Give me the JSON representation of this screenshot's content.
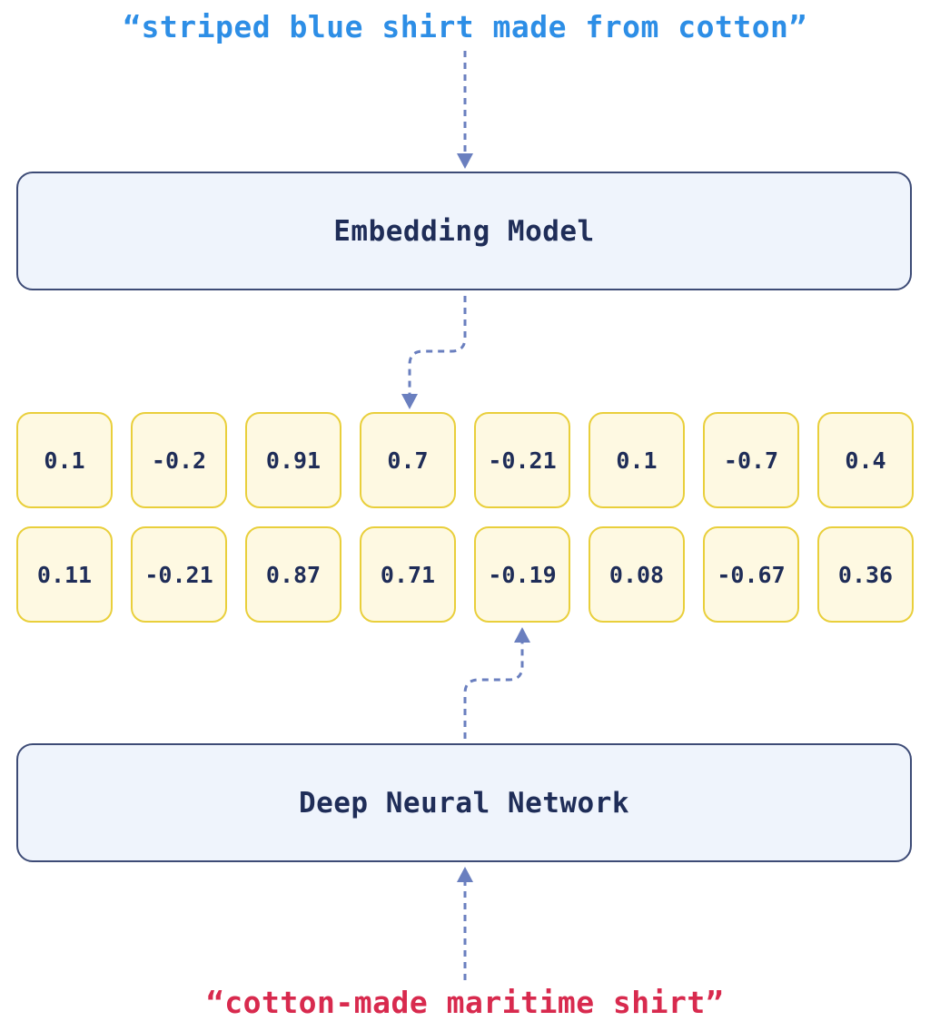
{
  "queries": {
    "top": "“striped blue shirt made from cotton”",
    "bottom": "“cotton-made maritime shirt”"
  },
  "models": {
    "embedding": "Embedding Model",
    "dnn": "Deep Neural Network"
  },
  "vectors": [
    {
      "values": [
        "0.1",
        "-0.2",
        "0.91",
        "0.7",
        "-0.21",
        "0.1",
        "-0.7",
        "0.4"
      ]
    },
    {
      "values": [
        "0.11",
        "-0.21",
        "0.87",
        "0.71",
        "-0.19",
        "0.08",
        "-0.67",
        "0.36"
      ]
    }
  ],
  "colors": {
    "query_top": "#2d8ee6",
    "query_bottom": "#d82a4e",
    "box_border": "#3d4b76",
    "box_fill": "#eff4fc",
    "cell_border": "#e9cf3b",
    "cell_fill": "#fef9e2",
    "text_dark": "#1f2d58",
    "arrow": "#6a7fbf"
  }
}
